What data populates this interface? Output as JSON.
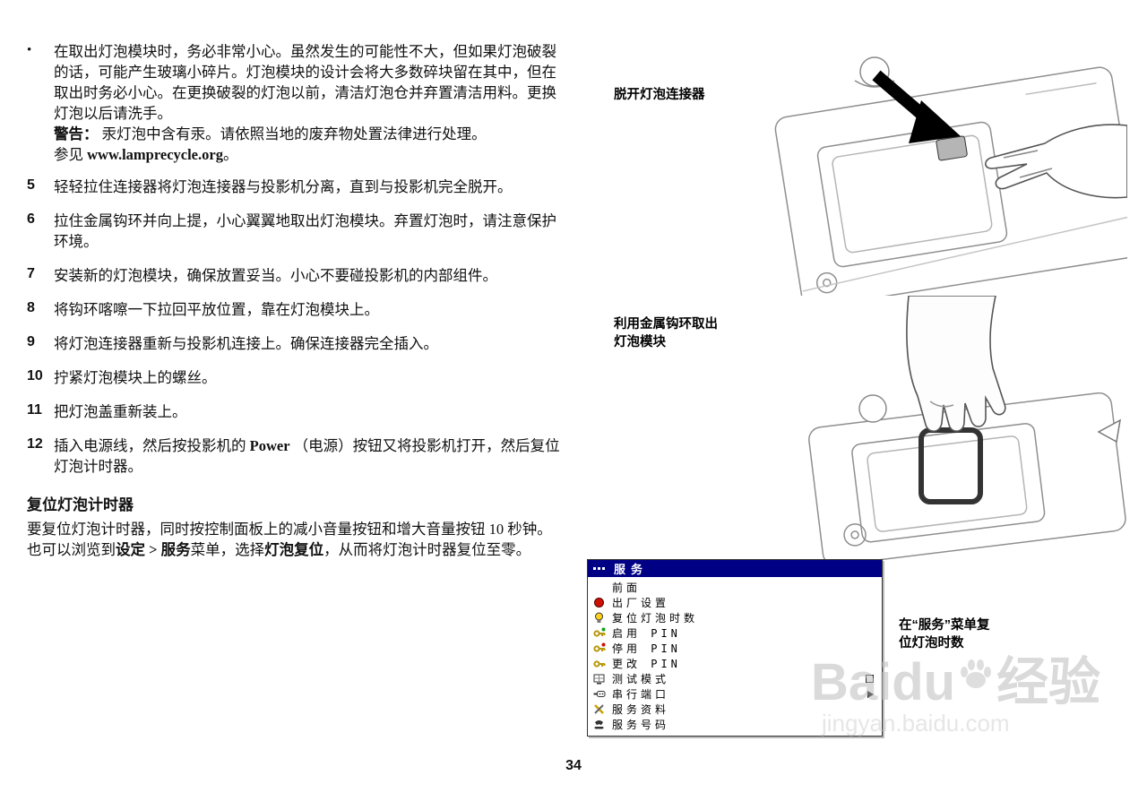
{
  "page": {
    "number": "34"
  },
  "content": {
    "bullet": {
      "marker": "•",
      "text": "在取出灯泡模块时，务必非常小心。虽然发生的可能性不大，但如果灯泡破裂的话，可能产生玻璃小碎片。灯泡模块的设计会将大多数碎块留在其中，但在取出时务必小心。在更换破裂的灯泡以前，清洁灯泡仓并弃置清洁用料。更换灯泡以后请洗手。",
      "warning_label": "警告：",
      "warning_text": " 汞灯泡中含有汞。请依照当地的废弃物处置法律进行处理。",
      "see_prefix": "参见 ",
      "see_link": "www.lamprecycle.org",
      "see_suffix": "。"
    },
    "steps": [
      {
        "num": "5",
        "text": "轻轻拉住连接器将灯泡连接器与投影机分离，直到与投影机完全脱开。"
      },
      {
        "num": "6",
        "text": "拉住金属钩环并向上提，小心翼翼地取出灯泡模块。弃置灯泡时，请注意保护环境。"
      },
      {
        "num": "7",
        "text": "安装新的灯泡模块，确保放置妥当。小心不要碰投影机的内部组件。"
      },
      {
        "num": "8",
        "text": "将钩环喀嚓一下拉回平放位置，靠在灯泡模块上。"
      },
      {
        "num": "9",
        "text": "将灯泡连接器重新与投影机连接上。确保连接器完全插入。"
      },
      {
        "num": "10",
        "text": "拧紧灯泡模块上的螺丝。"
      },
      {
        "num": "11",
        "text": "把灯泡盖重新装上。"
      }
    ],
    "step12": {
      "num": "12",
      "before": "插入电源线，然后按投影机的 ",
      "bold": "Power",
      "after": " （电源）按钮又将投影机打开，然后复位灯泡计时器。"
    },
    "reset": {
      "heading": "复位灯泡计时器",
      "seg1": "要复位灯泡计时器，同时按控制面板上的减小音量按钮和增大音量按钮 10 秒钟。也可以浏览到",
      "seg2": "设定 > 服务",
      "seg3": "菜单，选择",
      "seg4": "灯泡复位",
      "seg5": "，从而将灯泡计时器复位至零。"
    }
  },
  "figures": {
    "fig1_caption": "脱开灯泡连接器",
    "fig2_caption_line1": "利用金属钩环取出",
    "fig2_caption_line2": "灯泡模块",
    "fig3_caption_line1": "在“服务”菜单复",
    "fig3_caption_line2": "位灯泡时数"
  },
  "menu": {
    "title": "服务",
    "title_bar_color": "#000085",
    "items": [
      {
        "label": "前面",
        "icon": "none"
      },
      {
        "label": "出厂设置",
        "icon": "red-dot"
      },
      {
        "label": "复位灯泡时数",
        "icon": "lamp"
      },
      {
        "label": "启用 PIN",
        "icon": "key-enable"
      },
      {
        "label": "停用 PIN",
        "icon": "key-disable"
      },
      {
        "label": "更改 PIN",
        "icon": "key-change"
      },
      {
        "label": "测试模式",
        "icon": "test-pattern",
        "right": "checkbox"
      },
      {
        "label": "串行端口",
        "icon": "serial-port",
        "right": "arrow"
      },
      {
        "label": "服务资料",
        "icon": "service-tools"
      },
      {
        "label": "服务号码",
        "icon": "phone"
      }
    ]
  },
  "watermark": {
    "brand": "Baidu",
    "suffix": "经验",
    "url": "jingyan.baidu.com"
  }
}
